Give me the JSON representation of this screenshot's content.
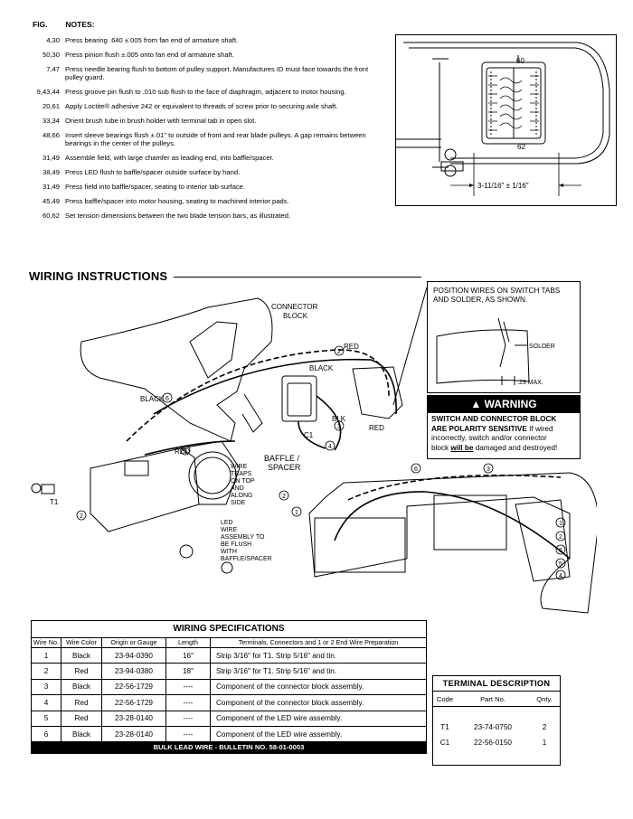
{
  "notes_header": {
    "fig": "FIG.",
    "notes": "NOTES:"
  },
  "notes": [
    {
      "fig": "4,30",
      "text": "Press bearing .640 ±.005 from fan end of armature shaft."
    },
    {
      "fig": "50,30",
      "text": "Press pinion flush ±.005 onto fan end of armature shaft."
    },
    {
      "fig": "7,47",
      "text": "Press needle bearing flush to bottom of pulley support. Manufactures ID must face towards the front pulley guard."
    },
    {
      "fig": "9,43,44",
      "text": "Press groove pin flush to .010 sub flush to the face of diaphragm, adjacent to motor housing."
    },
    {
      "fig": "20,61",
      "text": "Apply Loctite® adhesive 242 or equivalent to threads of screw prior to securing axle shaft."
    },
    {
      "fig": "33,34",
      "text": "Orient brush tube in brush holder with terminal tab in open slot."
    },
    {
      "fig": "48,66",
      "text": "Insert sleeve bearings flush ±.01\" to outside of front and rear blade pulleys. A gap remains between bearings in the center of the pulleys."
    },
    {
      "fig": "31,49",
      "text": "Assemble field, with large chamfer as leading end, into baffle/spacer."
    },
    {
      "fig": "38,49",
      "text": "Press LED flush to baffle/spacer outside surface by hand."
    },
    {
      "fig": "31,49",
      "text": "Press field into baffle/spacer, seating to interior tab surface."
    },
    {
      "fig": "45,49",
      "text": "Press baffle/spacer into motor housing, seating to machined interior pads."
    },
    {
      "fig": "60,62",
      "text": "Set tension dimensions between the two blade tension bars, as illustrated."
    }
  ],
  "top_diagram": {
    "label_60": "60",
    "label_62": "62",
    "dimension": "3-11/16\" ± 1/16\""
  },
  "wiring_title": "WIRING INSTRUCTIONS",
  "diagram_labels": {
    "connector_block": "CONNECTOR BLOCK",
    "red": "RED",
    "black": "BLACK",
    "blk": "BLK",
    "c1": "C1",
    "t1": "T1",
    "baffle": "BAFFLE / SPACER",
    "wire_traps": "WIRE TRAPS ON TOP AND ALONG SIDE",
    "led_wire": "LED WIRE ASSEMBLY TO BE FLUSH WITH BAFFLE/SPACER",
    "n1": "1",
    "n2": "2",
    "n3": "3",
    "n4": "4",
    "n5": "5",
    "n6": "6",
    "solder": "SOLDER",
    "max": ".23 MAX."
  },
  "callout_text": "POSITION WIRES ON SWITCH TABS AND SOLDER, AS SHOWN.",
  "warning": {
    "title": "WARNING",
    "line1": "SWITCH AND CONNECTOR BLOCK",
    "line2": "ARE POLARITY SENSITIVE",
    "line2b": " If wired",
    "line3": "incorrectly, switch and/or connector",
    "line4a": "block ",
    "line4b": "will be",
    "line4c": " damaged and destroyed!"
  },
  "spec": {
    "title": "WIRING SPECIFICATIONS",
    "headers": [
      "Wire No.",
      "Wire Color",
      "Origin or Gauge",
      "Length",
      "Terminals, Connectors and 1 or 2 End Wire Preparation"
    ],
    "rows": [
      [
        "1",
        "Black",
        "23-94-0390",
        "16\"",
        "Strip 3/16\" for T1. Strip 5/16\" and tin."
      ],
      [
        "2",
        "Red",
        "23-94-0380",
        "18\"",
        "Strip 3/16\" for T1. Strip 5/16\" and tin."
      ],
      [
        "3",
        "Black",
        "22-56-1729",
        "----",
        "Component of the connector block assembly."
      ],
      [
        "4",
        "Red",
        "22-56-1729",
        "----",
        "Component of the connector block assembly."
      ],
      [
        "5",
        "Red",
        "23-28-0140",
        "----",
        "Component of the LED wire assembly."
      ],
      [
        "6",
        "Black",
        "23-28-0140",
        "----",
        "Component of the LED wire assembly."
      ]
    ],
    "footer": "BULK LEAD WIRE - BULLETIN NO. 58-01-0003"
  },
  "terminal": {
    "title": "TERMINAL DESCRIPTION",
    "headers": [
      "Code",
      "Part No.",
      "Qnty."
    ],
    "rows": [
      [
        "T1",
        "23-74-0750",
        "2"
      ],
      [
        "C1",
        "22-56-0150",
        "1"
      ]
    ]
  }
}
